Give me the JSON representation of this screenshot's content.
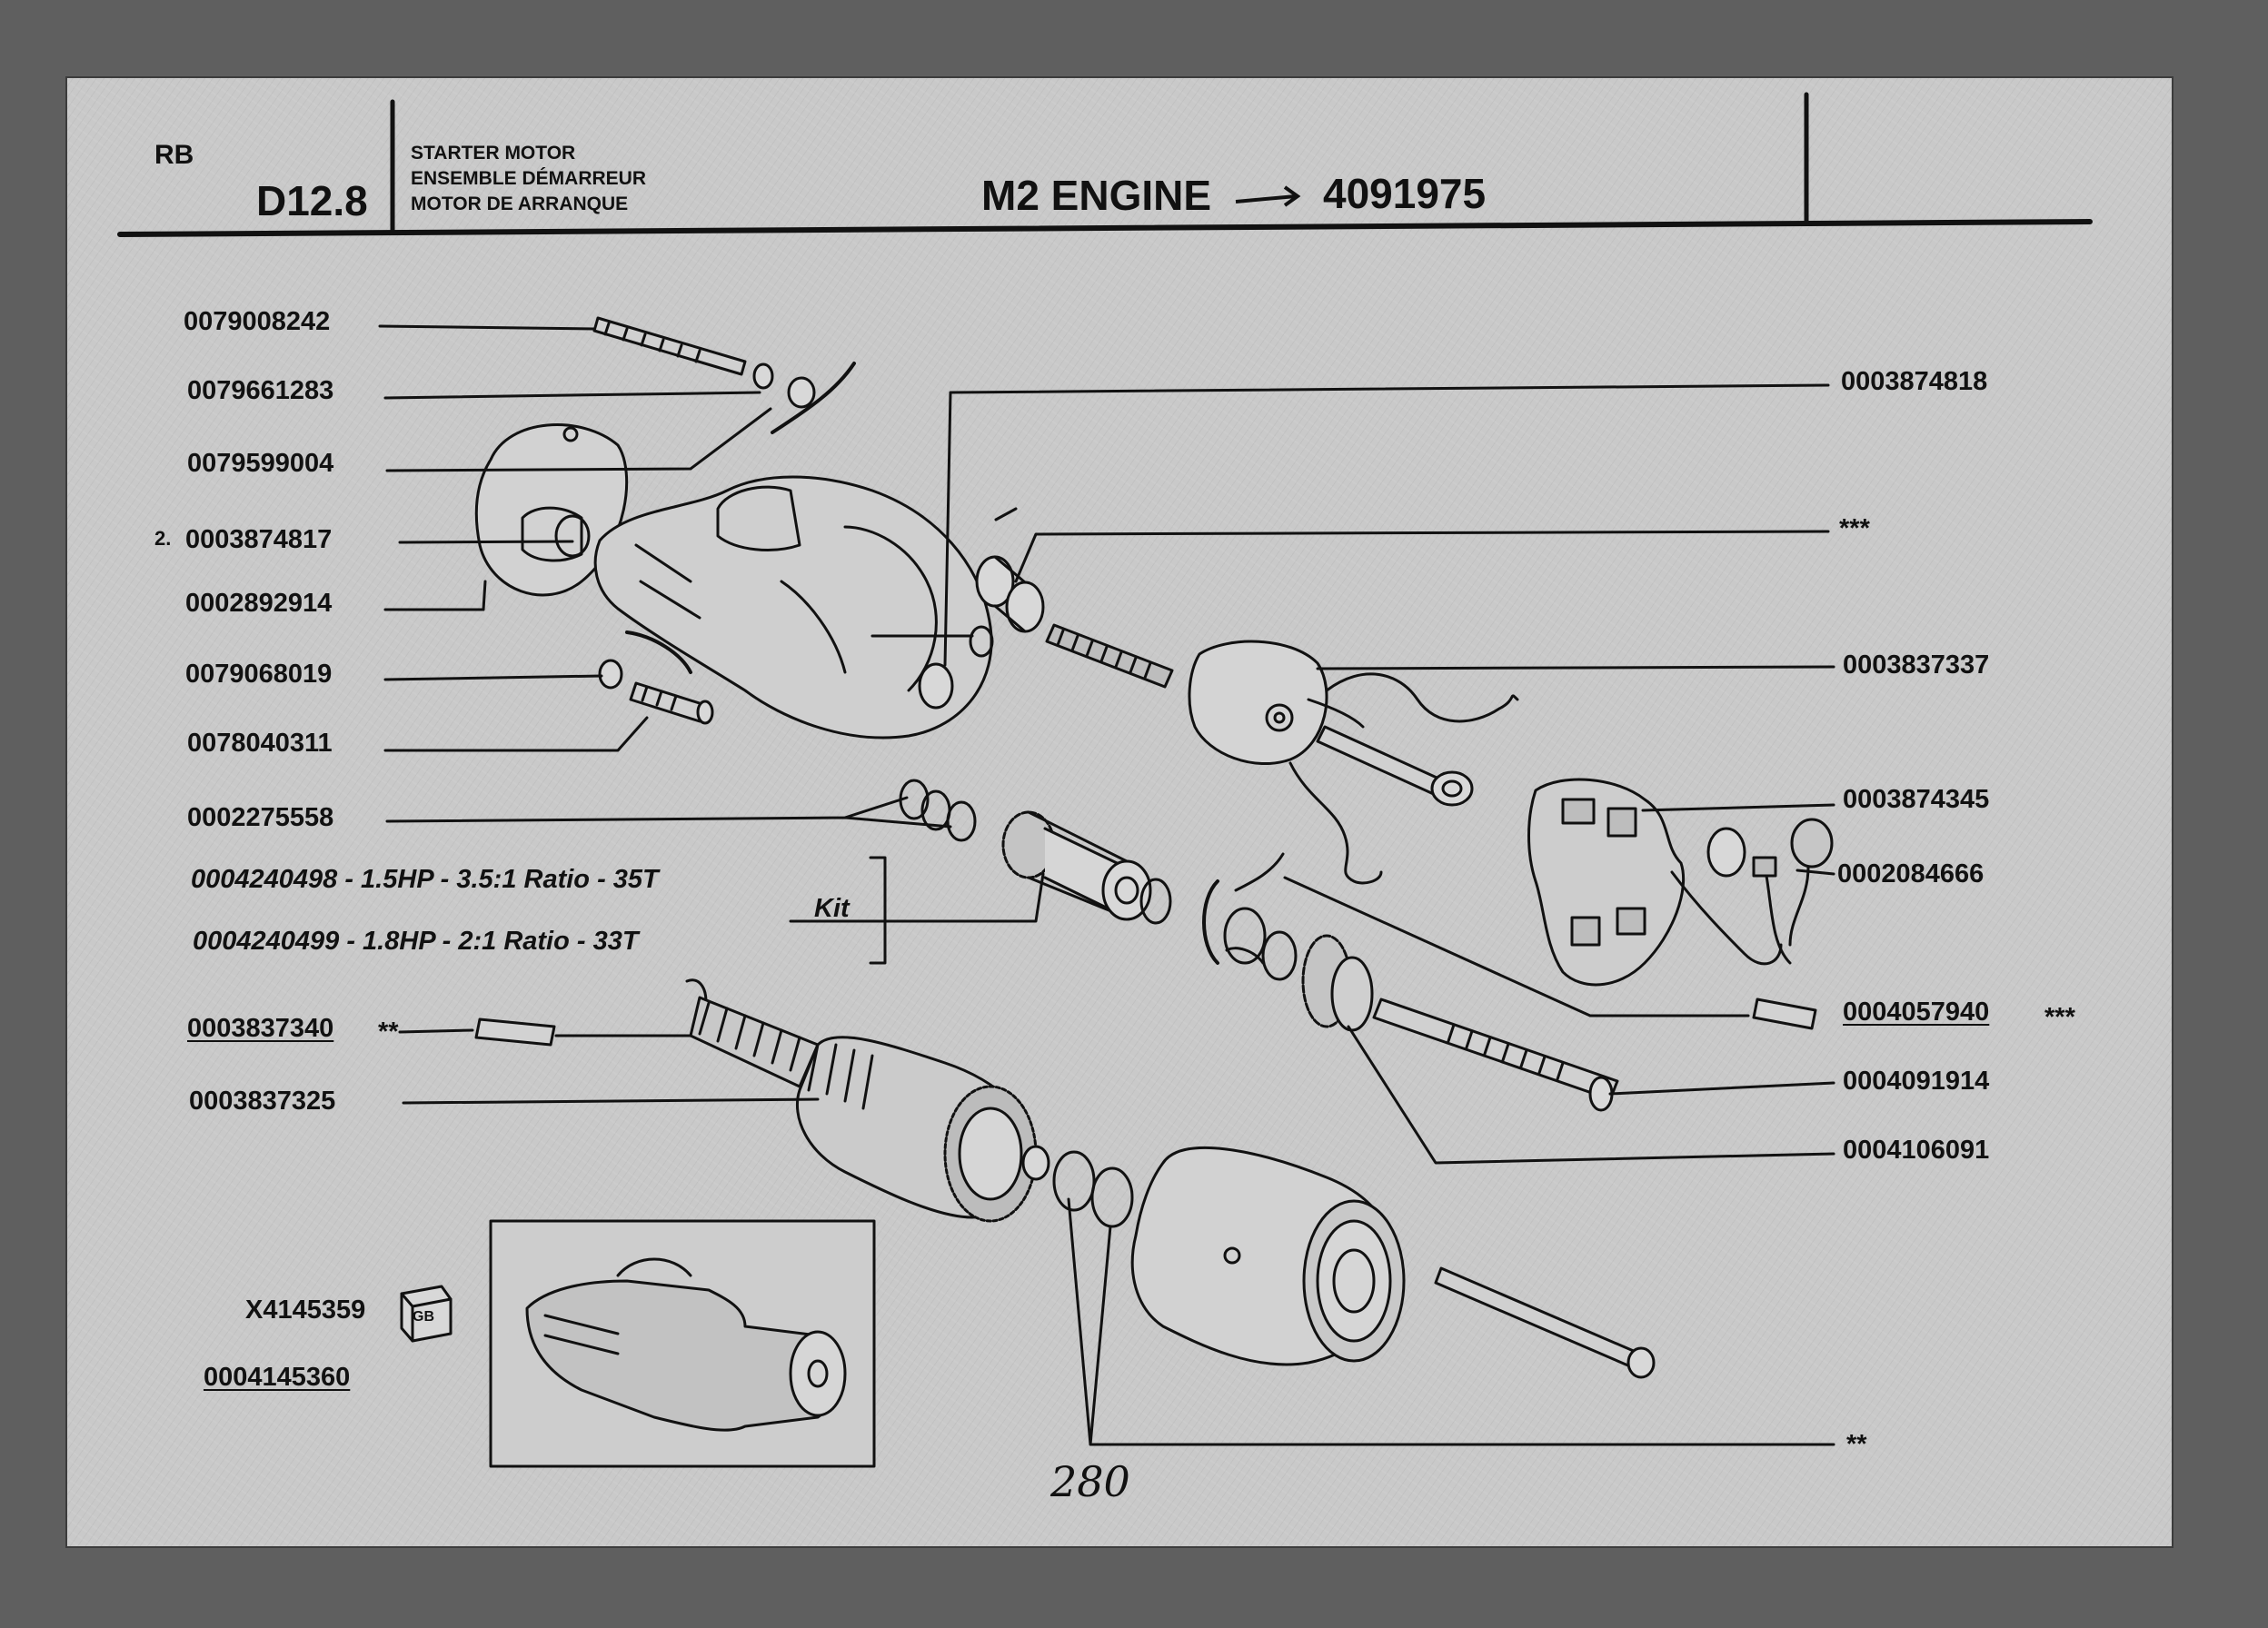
{
  "header": {
    "code": "RB",
    "section": "D12.8",
    "title_en": "STARTER MOTOR",
    "title_fr": "ENSEMBLE DÉMARREUR",
    "title_es": "MOTOR DE ARRANQUE",
    "engine": "M2 ENGINE",
    "serial": "4091975"
  },
  "left_labels": [
    "0079008242",
    "0079661283",
    "0079599004",
    "0003874817",
    "0002892914",
    "0079068019",
    "0078040311",
    "0002275558",
    "0004240498 - 1.5HP - 3.5:1 Ratio - 35T",
    "0004240499 - 1.8HP - 2:1 Ratio - 33T",
    "0003837340",
    "0003837325",
    "X4145359",
    "0004145360"
  ],
  "left_prefix": "2.",
  "left_suffix": "**",
  "kit_label": "Kit",
  "box_tag": "GB",
  "right_labels": [
    "0003874818",
    "***",
    "0003837337",
    "0003874345",
    "0002084666",
    "0004057940",
    "0004091914",
    "0004106091",
    "**"
  ],
  "right_suffix": "***",
  "page_note": "280"
}
